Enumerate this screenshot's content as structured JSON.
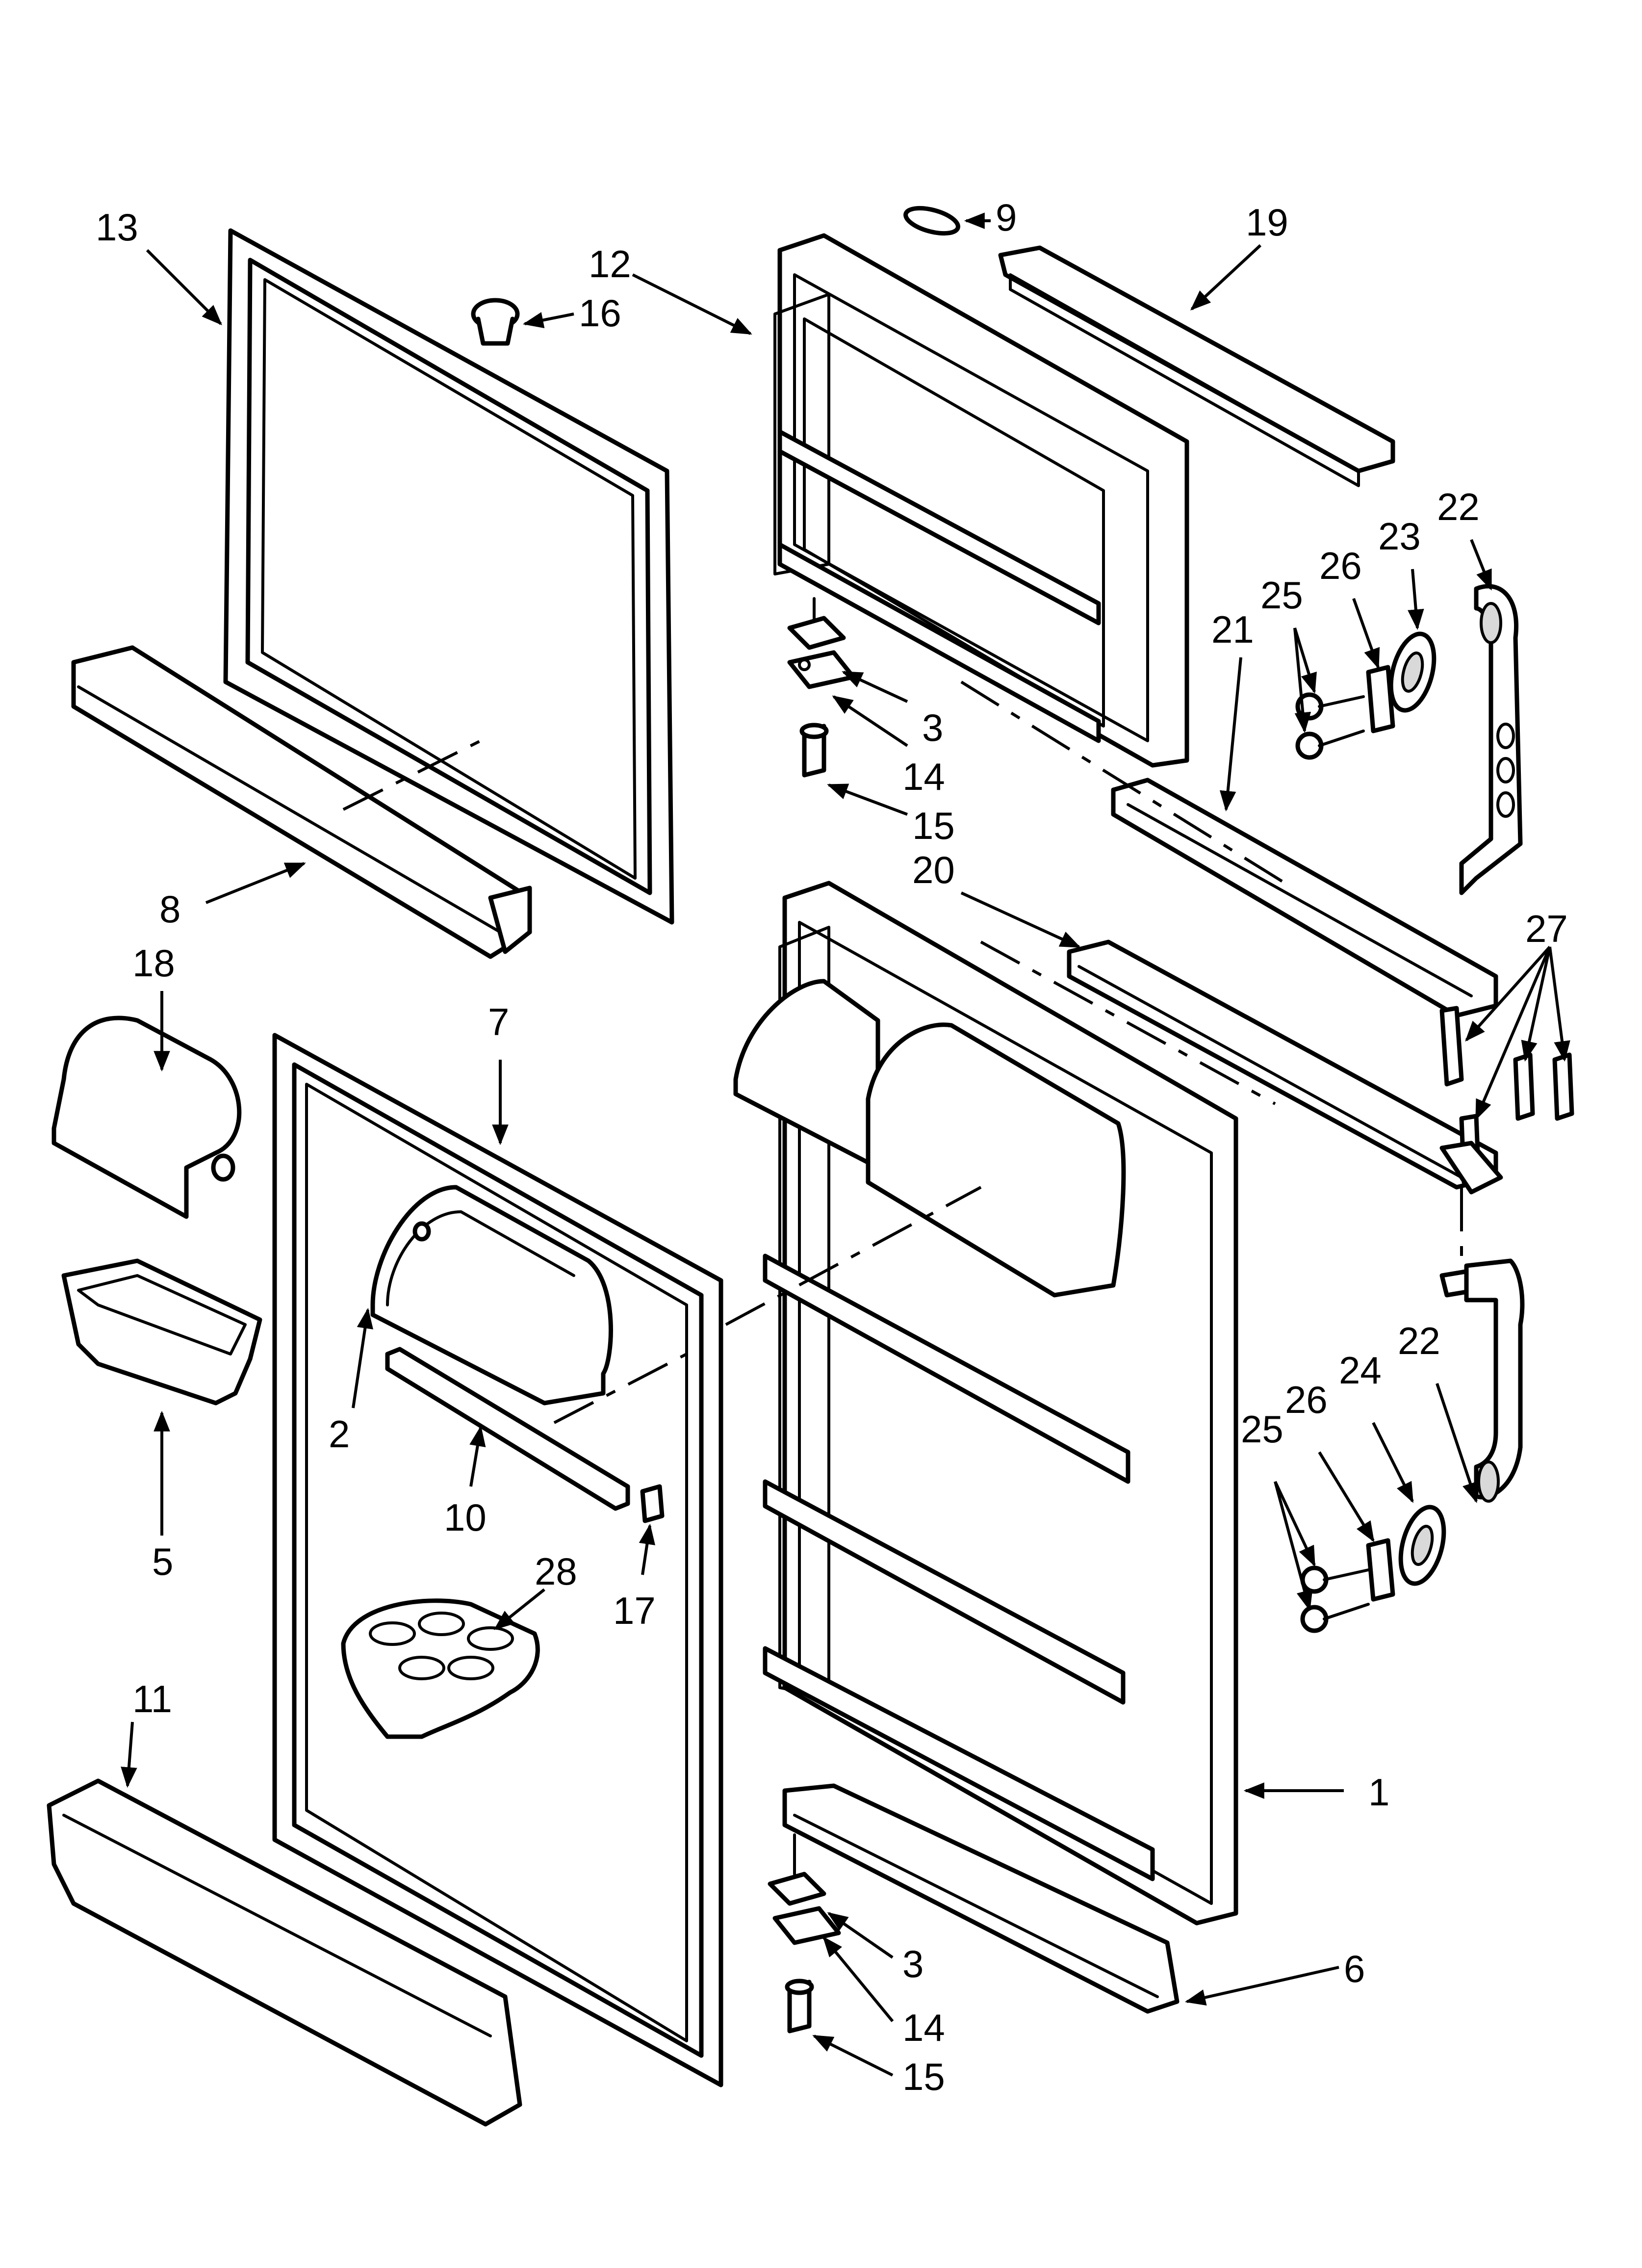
{
  "colors": {
    "line": "#000000",
    "paper": "#ffffff",
    "shade": "#d9d9d9"
  },
  "callouts": [
    {
      "id": "c13",
      "label": "13"
    },
    {
      "id": "c16",
      "label": "16"
    },
    {
      "id": "c12",
      "label": "12"
    },
    {
      "id": "c9",
      "label": "9"
    },
    {
      "id": "c19",
      "label": "19"
    },
    {
      "id": "c22a",
      "label": "22"
    },
    {
      "id": "c23",
      "label": "23"
    },
    {
      "id": "c26a",
      "label": "26"
    },
    {
      "id": "c25a",
      "label": "25"
    },
    {
      "id": "c21",
      "label": "21"
    },
    {
      "id": "c3a",
      "label": "3"
    },
    {
      "id": "c14a",
      "label": "14"
    },
    {
      "id": "c15a",
      "label": "15"
    },
    {
      "id": "c20",
      "label": "20"
    },
    {
      "id": "c8",
      "label": "8"
    },
    {
      "id": "c18",
      "label": "18"
    },
    {
      "id": "c7",
      "label": "7"
    },
    {
      "id": "c27",
      "label": "27"
    },
    {
      "id": "c2",
      "label": "2"
    },
    {
      "id": "c5",
      "label": "5"
    },
    {
      "id": "c10",
      "label": "10"
    },
    {
      "id": "c17",
      "label": "17"
    },
    {
      "id": "c28",
      "label": "28"
    },
    {
      "id": "c22b",
      "label": "22"
    },
    {
      "id": "c24",
      "label": "24"
    },
    {
      "id": "c26b",
      "label": "26"
    },
    {
      "id": "c25b",
      "label": "25"
    },
    {
      "id": "c11",
      "label": "11"
    },
    {
      "id": "c1",
      "label": "1"
    },
    {
      "id": "c3b",
      "label": "3"
    },
    {
      "id": "c6",
      "label": "6"
    },
    {
      "id": "c14b",
      "label": "14"
    },
    {
      "id": "c15b",
      "label": "15"
    }
  ]
}
